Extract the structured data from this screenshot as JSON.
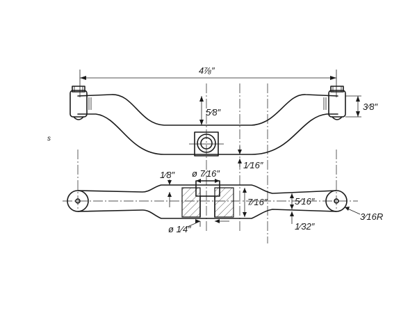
{
  "drawing": {
    "dimensions": {
      "overall_width": "4⅞″",
      "end_boss_height": "3⁄8″",
      "arm_drop": "5⁄8″",
      "center_clearance": "1⁄16″",
      "rim_offset": "1⁄8″",
      "counterbore_dia": "ø 7⁄16″",
      "hub_depth": "7⁄16″",
      "arm_depth": "5⁄16″",
      "arm_step": "1⁄32″",
      "end_radius": "3⁄16R",
      "hole_dia": "ø 1⁄4″"
    },
    "margin_mark": "s"
  }
}
